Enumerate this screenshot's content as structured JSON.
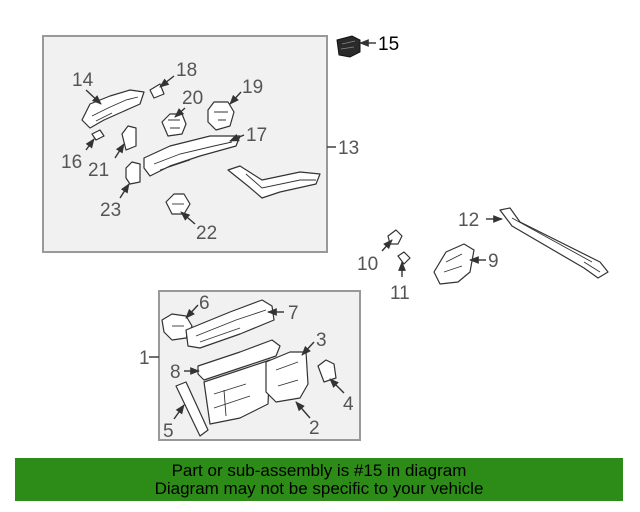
{
  "diagram": {
    "labels": {
      "p1": "1",
      "p2": "2",
      "p3": "3",
      "p4": "4",
      "p5": "5",
      "p6": "6",
      "p7": "7",
      "p8": "8",
      "p9": "9",
      "p10": "10",
      "p11": "11",
      "p12": "12",
      "p13": "13",
      "p14": "14",
      "p15": "15",
      "p16": "16",
      "p17": "17",
      "p18": "18",
      "p19": "19",
      "p20": "20",
      "p21": "21",
      "p22": "22",
      "p23": "23"
    },
    "highlighted_part": "15"
  },
  "footer": {
    "line1": "Part or sub-assembly is #15 in diagram",
    "line2": "Diagram may not be specific to your vehicle",
    "background_color": "#2d8b18"
  }
}
